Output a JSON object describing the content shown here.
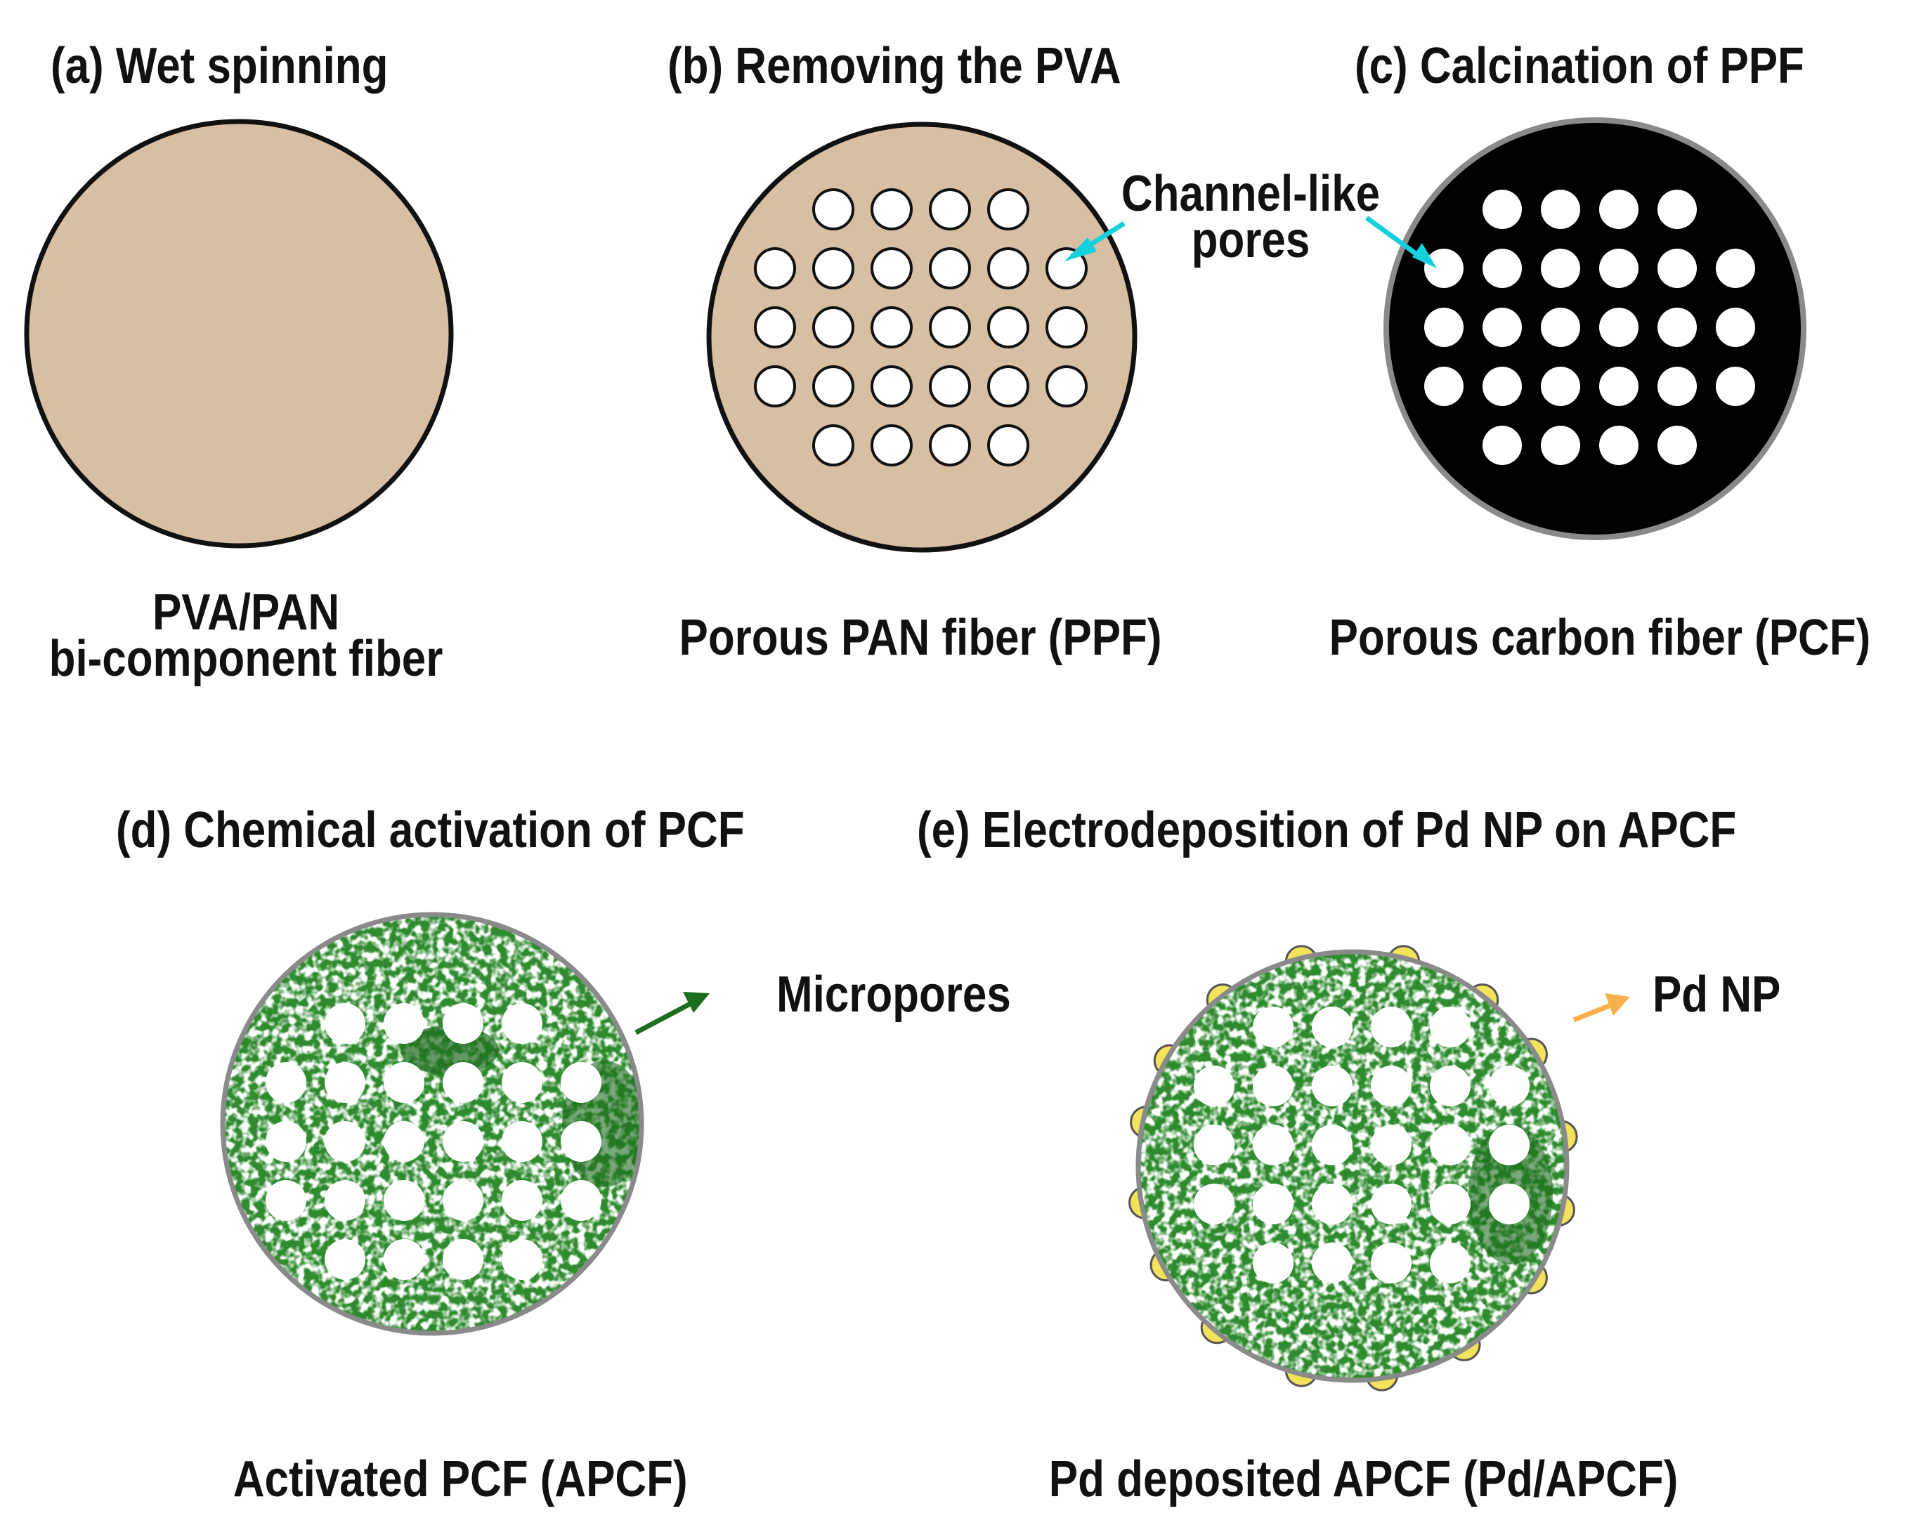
{
  "panels": {
    "a": {
      "title": "(a) Wet spinning",
      "caption_line1": "PVA/PAN",
      "caption_line2": "bi-component fiber"
    },
    "b": {
      "title": "(b) Removing the PVA",
      "caption": "Porous PAN fiber (PPF)"
    },
    "c": {
      "title": "(c) Calcination of PPF",
      "caption": "Porous carbon fiber (PCF)"
    },
    "d": {
      "title": "(d) Chemical activation of PCF",
      "caption": "Activated PCF (APCF)",
      "callout": "Micropores"
    },
    "e": {
      "title": "(e) Electrodeposition of Pd NP on APCF",
      "caption": "Pd deposited APCF (Pd/APCF)",
      "callout": "Pd NP"
    }
  },
  "shared_callout": {
    "line1": "Channel-like",
    "line2": "pores"
  },
  "colors": {
    "pan_fiber": "#d7bfa3",
    "carbon_fiber": "#000000",
    "activated_fiber": "#2e8b2e",
    "activated_fiber_dark": "#1f6e1f",
    "pd_particle": "#f2e35a",
    "cyan_arrow": "#15d0dc",
    "green_arrow": "#1b6e1b",
    "orange_arrow": "#f7b04a",
    "outline_gray": "#8a8a8a",
    "outline_black": "#111111"
  }
}
